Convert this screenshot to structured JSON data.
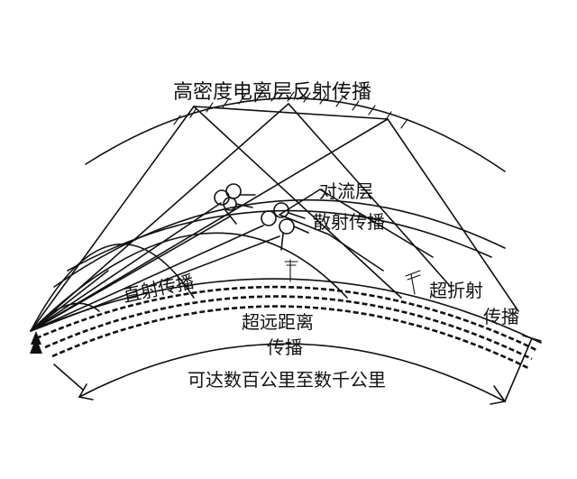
{
  "labels": {
    "high_ionosphere": "高密度电离层反射传播",
    "troposcatter_line1": "对流层",
    "troposcatter_line2": "散射传播",
    "direct": "直射传播",
    "super_refraction_line1": "超折射",
    "super_refraction_line2": "传播",
    "ground_line1": "超远距离",
    "ground_line2": "传播",
    "range": "可达数百公里至数千公里"
  },
  "colors": {
    "ink": "#111111",
    "background": "#ffffff"
  }
}
